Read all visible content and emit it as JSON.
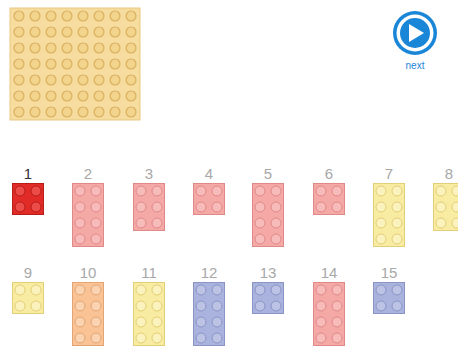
{
  "diagram": {
    "nodes": [
      {
        "text": [
          "1"
        ]
      },
      {
        "text": [
          "2"
        ]
      },
      {
        "text": [
          "3"
        ]
      },
      {
        "text": [
          "4"
        ]
      },
      {
        "text": [
          "5"
        ]
      },
      {
        "text": [
          "6"
        ]
      },
      {
        "text": [
          "7"
        ]
      },
      {
        "text": [
          "8"
        ]
      },
      {
        "text": [
          "9"
        ]
      },
      {
        "text": [
          "10"
        ]
      },
      {
        "text": [
          "11"
        ]
      },
      {
        "text": [
          "12"
        ]
      },
      {
        "text": [
          "13"
        ]
      },
      {
        "text": [
          "14"
        ]
      },
      {
        "text": [
          "15"
        ]
      }
    ],
    "labels": [
      "next"
    ]
  }
}
